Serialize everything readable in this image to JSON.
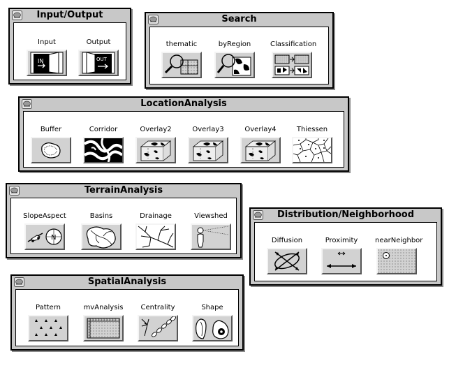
{
  "panels": {
    "io": {
      "title": "Input/Output",
      "tools": [
        {
          "label": "Input",
          "icon": "door-in-icon",
          "door_text": "IN"
        },
        {
          "label": "Output",
          "icon": "door-out-icon",
          "door_text": "OUT"
        }
      ]
    },
    "search": {
      "title": "Search",
      "tools": [
        {
          "label": "thematic",
          "icon": "magnifier-map-icon"
        },
        {
          "label": "byRegion",
          "icon": "magnifier-region-icon"
        },
        {
          "label": "Classification",
          "icon": "classification-grid-icon"
        }
      ]
    },
    "location": {
      "title": "LocationAnalysis",
      "tools": [
        {
          "label": "Buffer",
          "icon": "buffer-outline-icon"
        },
        {
          "label": "Corridor",
          "icon": "corridor-pattern-icon"
        },
        {
          "label": "Overlay2",
          "icon": "overlay-cube-icon"
        },
        {
          "label": "Overlay3",
          "icon": "overlay-cube-icon"
        },
        {
          "label": "Overlay4",
          "icon": "overlay-cube-icon"
        },
        {
          "label": "Thiessen",
          "icon": "thiessen-polygons-icon"
        }
      ]
    },
    "terrain": {
      "title": "TerrainAnalysis",
      "tools": [
        {
          "label": "SlopeAspect",
          "icon": "slope-compass-icon",
          "compass_letter": "N"
        },
        {
          "label": "Basins",
          "icon": "basin-leaf-icon"
        },
        {
          "label": "Drainage",
          "icon": "drainage-network-icon"
        },
        {
          "label": "Viewshed",
          "icon": "viewshed-person-icon"
        }
      ]
    },
    "distribution": {
      "title": "Distribution/Neighborhood",
      "tools": [
        {
          "label": "Diffusion",
          "icon": "diffusion-arrows-icon"
        },
        {
          "label": "Proximity",
          "icon": "proximity-arrows-icon"
        },
        {
          "label": "nearNeighbor",
          "icon": "near-neighbor-dots-icon"
        }
      ]
    },
    "spatial": {
      "title": "SpatialAnalysis",
      "tools": [
        {
          "label": "Pattern",
          "icon": "pattern-triangles-icon"
        },
        {
          "label": "mvAnalysis",
          "icon": "mv-grid-icon"
        },
        {
          "label": "Centrality",
          "icon": "centrality-chain-icon"
        },
        {
          "label": "Shape",
          "icon": "shape-silhouette-icon"
        }
      ]
    }
  }
}
